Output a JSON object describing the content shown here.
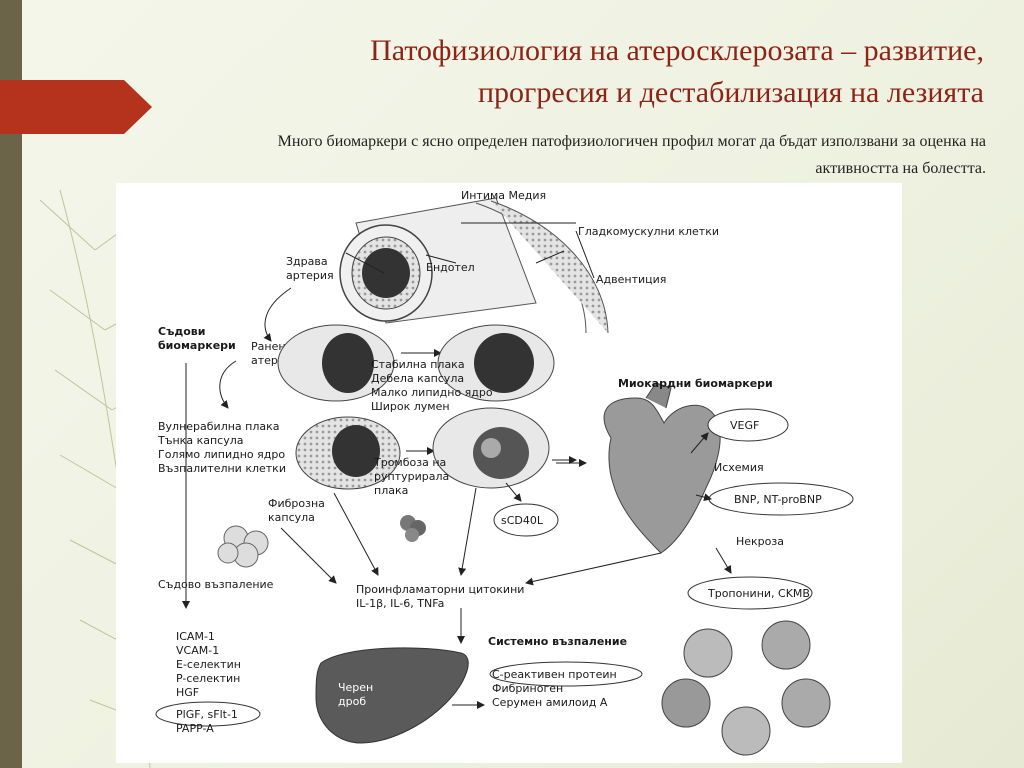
{
  "slide": {
    "title_line1": "Патофизиология на атеросклерозата – развитие,",
    "title_line2": "прогресия и дестабилизация на лезията",
    "subtitle_line1": "Много биомаркери с ясно определен патофизиологичен профил могат да бъдат използвани за оценка на",
    "subtitle_line2": "активността на болестта.",
    "accent_color": "#b5321c",
    "title_color": "#8e2416"
  },
  "figure": {
    "top_layers": "Интима Медия",
    "smooth_muscle": "Гладкомускулни клетки",
    "endothelium": "Ендотел",
    "adventitia": "Адвентиция",
    "healthy_1": "Здрава",
    "healthy_2": "артерия",
    "vascular_1": "Съдови",
    "vascular_2": "биомаркери",
    "early_1": "Ранен",
    "early_2": "атером",
    "stable_1": "Стабилна плака",
    "stable_2": "Дебела капсула",
    "stable_3": "Малко липидно ядро",
    "stable_4": "Широк лумен",
    "vuln_1": "Вулнерабилна плака",
    "vuln_2": "Тънка капсула",
    "vuln_3": "Голямо липидно ядро",
    "vuln_4": "Възпалителни клетки",
    "thromb_1": "Тромбоза на",
    "thromb_2": "руптурирала",
    "thromb_3": "плака",
    "fibrous_1": "Фиброзна",
    "fibrous_2": "капсула",
    "scd40l": "sCD40L",
    "myocardial": "Миокардни биомаркери",
    "vegf": "VEGF",
    "ischemia": "Исхемия",
    "bnp": "BNP, NT-proBNP",
    "necrosis": "Некроза",
    "troponins": "Тропонини, CKMB",
    "vasc_inflam": "Съдово възпаление",
    "cytokines_1": "Проинфламаторни цитокини",
    "cytokines_2": "IL-1β, IL-6, TNFa",
    "icam": "ICAM-1",
    "vcam": "VCAM-1",
    "eselectin": "E-селектин",
    "pselectin": "P-селектин",
    "hgf": "HGF",
    "pigf": "PlGF, sFlt-1",
    "pappa": "PAPP-A",
    "systemic": "Системно възпаление",
    "crp": "С-реактивен протеин",
    "fibrinogen": "Фибриноген",
    "amyloid": "Серумен амилоид А",
    "liver_1": "Черен",
    "liver_2": "дроб"
  }
}
